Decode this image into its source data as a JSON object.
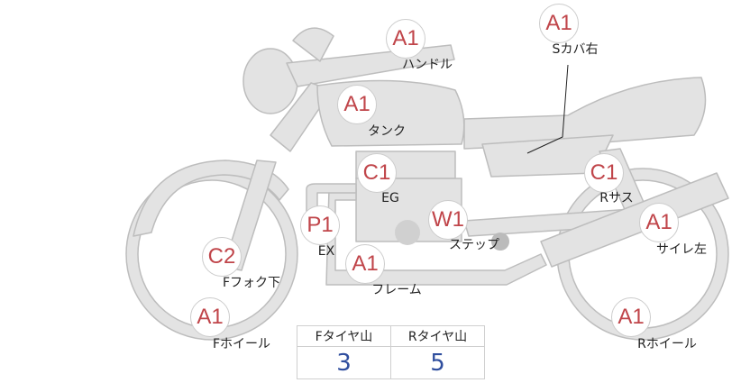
{
  "colors": {
    "bike_fill": "#e3e3e3",
    "bike_stroke": "#bdbdbd",
    "marker_text": "#c0454a",
    "value_text": "#2f4e9e"
  },
  "parts": [
    {
      "id": "handle",
      "grade": "A1",
      "label": "ハンドル"
    },
    {
      "id": "s-cover-r",
      "grade": "A1",
      "label": "Sカバ右"
    },
    {
      "id": "tank",
      "grade": "A1",
      "label": "タンク"
    },
    {
      "id": "engine",
      "grade": "C1",
      "label": "EG"
    },
    {
      "id": "r-sus",
      "grade": "C1",
      "label": "Rサス"
    },
    {
      "id": "exhaust",
      "grade": "P1",
      "label": "EX"
    },
    {
      "id": "step",
      "grade": "W1",
      "label": "ステップ"
    },
    {
      "id": "silencer-l",
      "grade": "A1",
      "label": "サイレ左"
    },
    {
      "id": "f-fork-low",
      "grade": "C2",
      "label": "Fフォク下"
    },
    {
      "id": "frame",
      "grade": "A1",
      "label": "フレーム"
    },
    {
      "id": "f-wheel",
      "grade": "A1",
      "label": "Fホイール"
    },
    {
      "id": "r-wheel",
      "grade": "A1",
      "label": "Rホイール"
    }
  ],
  "tire_table": {
    "headers": [
      "Fタイヤ山",
      "Rタイヤ山"
    ],
    "values": [
      "3",
      "5"
    ]
  }
}
